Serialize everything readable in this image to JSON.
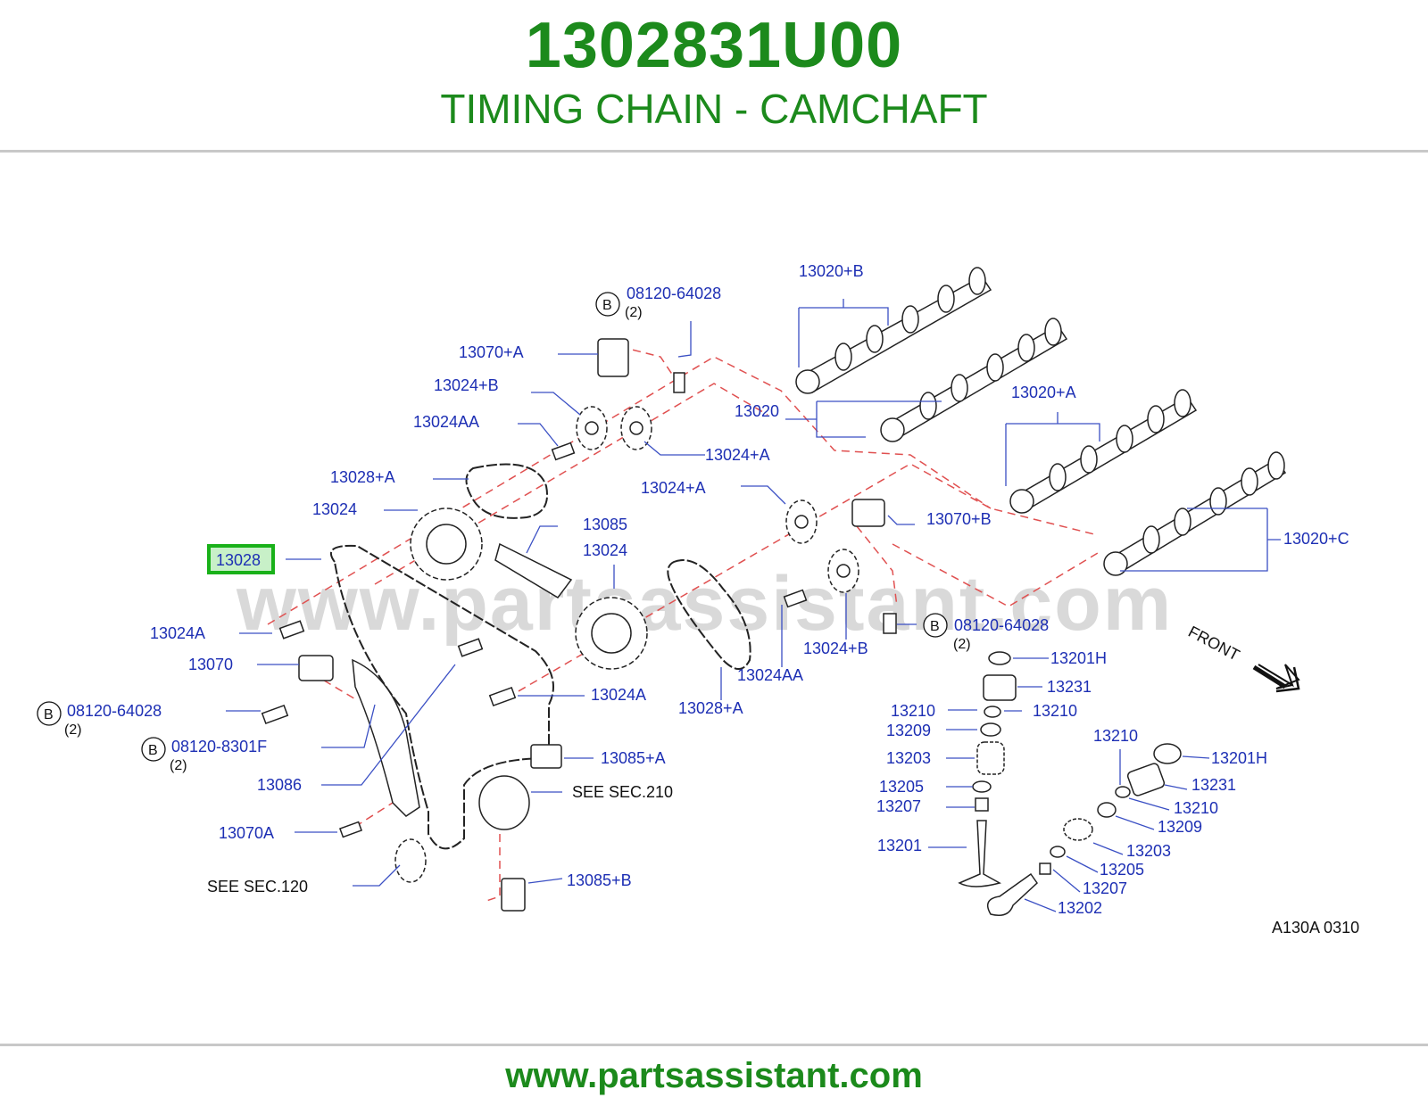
{
  "header": {
    "part_number": "1302831U00",
    "title": "TIMING CHAIN - CAMCHAFT"
  },
  "watermark": "www.partsassistant.com",
  "footer": {
    "url": "www.partsassistant.com"
  },
  "diagram": {
    "highlighted_part": "13028",
    "bolt_marker": "B",
    "labels": {
      "l13020B": "13020+B",
      "l13020": "13020",
      "l13020A": "13020+A",
      "l13020C": "13020+C",
      "l08120_top": "08120-64028",
      "l08120_top_qty": "(2)",
      "l13070A_top": "13070+A",
      "l13024B_top": "13024+B",
      "l13024AA_top": "13024AA",
      "l13024A_top": "13024+A",
      "l13028A_top": "13028+A",
      "l13024_left": "13024",
      "l13028": "13028",
      "l13024A_mid": "13024+A",
      "l13070B": "13070+B",
      "l13085": "13085",
      "l13024_mid": "13024",
      "l13024A_left": "13024A",
      "l13070": "13070",
      "l08120_left": "08120-64028",
      "l08120_left_qty": "(2)",
      "l08120_8301": "08120-8301F",
      "l08120_8301_qty": "(2)",
      "l13086": "13086",
      "l13070A_left": "13070A",
      "lsee120": "SEE   SEC.120",
      "l13024A_low": "13024A",
      "l13085A": "13085+A",
      "lsee210": "SEE   SEC.210",
      "l13085B": "13085+B",
      "l13028A_low": "13028+A",
      "l13024AA_low": "13024AA",
      "l13024B_low": "13024+B",
      "l08120_right": "08120-64028",
      "l08120_right_qty": "(2)",
      "lfront": "FRONT",
      "r13201H": "13201H",
      "r13231": "13231",
      "r13210a": "13210",
      "r13210b": "13210",
      "r13209": "13209",
      "r13203": "13203",
      "r13205": "13205",
      "r13207": "13207",
      "r13201": "13201",
      "s13210": "13210",
      "s13201H": "13201H",
      "s13231": "13231",
      "s13210b": "13210",
      "s13209": "13209",
      "s13203": "13203",
      "s13205": "13205",
      "s13207": "13207",
      "s13202": "13202",
      "drawing_code": "A130A   0310"
    }
  }
}
